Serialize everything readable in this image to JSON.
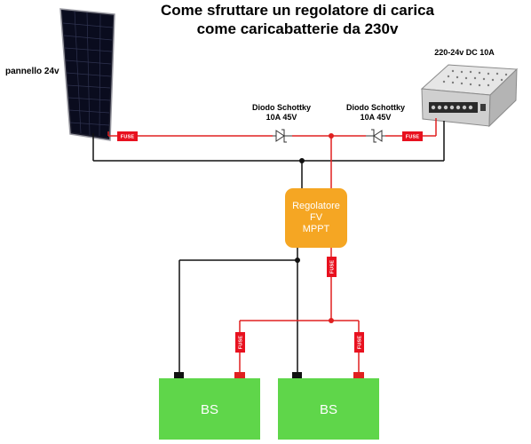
{
  "title": {
    "line1": "Come sfruttare un regolatore di carica",
    "line2": "come caricabatterie da 230v"
  },
  "panel": {
    "label": "pannello 24v"
  },
  "psu": {
    "label": "220-24v DC 10A"
  },
  "diodes": [
    {
      "line1": "Diodo Schottky",
      "line2": "10A 45V"
    },
    {
      "line1": "Diodo Schottky",
      "line2": "10A 45V"
    }
  ],
  "fuse_label": "FUSE",
  "regulator": {
    "line1": "Regolatore",
    "line2": "FV",
    "line3": "MPPT"
  },
  "batteries": [
    {
      "label": "BS"
    },
    {
      "label": "BS"
    }
  ],
  "colors": {
    "positive_wire": "#e02020",
    "negative_wire": "#111111",
    "fuse": "#e8111f",
    "regulator": "#f5a623",
    "battery": "#5fd64a",
    "panel_cell": "#0a0c1e"
  }
}
